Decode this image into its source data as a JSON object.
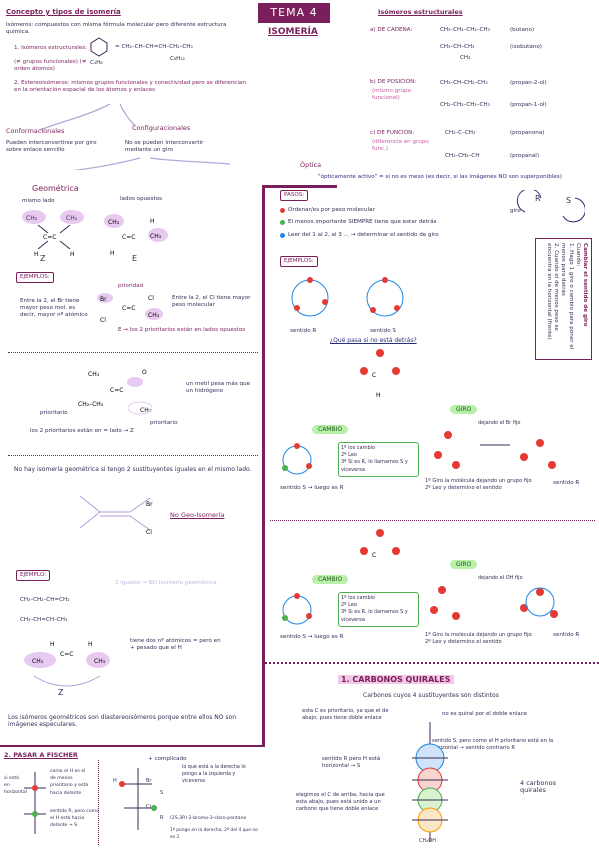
{
  "header": {
    "tema": "TEMA 4",
    "title": "ISOMERÍA"
  },
  "concepto": {
    "heading": "Concepto y tipos de isomería",
    "intro": "Isómeros: compuestos con misma fórmula molecular pero diferente estructura química.",
    "item1_label": "1. Isómeros estructurales:",
    "item1_sub": "(≠ grupos funcionales) (≠ orden átomos)",
    "molecule_label": "C₄H₈",
    "formula_eq": "= CH₂–CH–CH=CH–CH₂–CH₃",
    "formula_c": "C₆H₁₂",
    "item2": "2. Estereoisómeros: mismos grupos funcionales y conectividad pero se diferencian en la orientación espacial de los átomos y enlaces"
  },
  "conformacionales": {
    "title": "Conformacionales",
    "text": "Pueden interconvertirse por giro sobre enlace sencillo"
  },
  "configuracionales": {
    "title": "Configuracionales",
    "text": "No se pueden interconvertir mediante un giro"
  },
  "geometrica": {
    "title": "Geométrica",
    "mismo_lado": "mismo lado",
    "lados_opuestos": "lados opuestos",
    "letter_z": "Z",
    "letter_e": "E",
    "ejemplos": "EJEMPLOS:",
    "ej1_left": "Entre la 2, el Br tiene mayor peso mol. es decir, mayor nº atómico",
    "ej1_right": "Entre la 2, el Cl tiene mayor peso molecular",
    "ej1_prioridad": "prioridad",
    "ej1_e": "E → los 2 prioritarios están en lados opuestos",
    "ej2_metil": "un metil pesa más que un hidrógeno",
    "ej2_prioritario": "prioritario",
    "ej2_z": "los 2 prioritarios están en = lado → Z",
    "no_hay": "No hay isomería geométrica si tengo 2 sustituyentes iguales en el mismo lado.",
    "no_geo": "No Geo-Isomería",
    "ejemplo": "EJEMPLO:",
    "ghost": "2 iguales → NO isomería geométrica",
    "f1": "CH₃–CH₂–CH=CH₂",
    "f2": "CH₃–CH=CH–CH₃",
    "dobles": "tiene dos nº atómicos = pero en + pesado que el H",
    "z_final": "Z",
    "diaster": "Los isómeros geométricos son diastereoisómeros porque entre ellos NO son imágenes especulares."
  },
  "estructurales": {
    "title": "Isómeros estructurales",
    "a_label": "a) DE CADENA:",
    "a_f1": "CH₃–CH₂–CH₂–CH₃",
    "a_n1": "(butano)",
    "a_f2": "CH₃–CH–CH₃",
    "a_n2": "(isobutano)",
    "a_sub": "CH₃",
    "b_label": "b) DE POSICIÓN:",
    "b_sub": "(mismo grupo funcional)",
    "b_f1": "CH₃–CH–CH₂–CH₃",
    "b_n1": "(propan-2-ol)",
    "b_f2": "CH₂–CH₂–CH₂–CH₃",
    "b_n2": "(propan-1-ol)",
    "c_label": "c) DE FUNCIÓN:",
    "c_sub": "(diferencia en grupo func.)",
    "c_f1": "CH₃–C–CH₃",
    "c_n1": "(propanona)",
    "c_f2": "CH₃–CH₂–CH",
    "c_n2": "(propanal)",
    "optica": "Óptica",
    "optica_note": "\"ópticamente activo\" = si no es meso (es decir, si las imágenes NO son superponibles)"
  },
  "pasos": {
    "title": "PASOS:",
    "p1": "Ordenar/es por peso molecular",
    "p2": "El menos importante SIEMPRE tiene que estar detrás",
    "p3": "Leer del 1 al 2, al 3 ... → determinar el sentido de giro",
    "giro": "giro",
    "r": "R",
    "s": "S",
    "ejemplos": "EJEMPLOS:",
    "sentido_r": "sentido R",
    "sentido_s": "sentido S",
    "side_title": "Cambiar el sentido de giro",
    "side_sub": "Cuando:",
    "side_1": "1. Hago 1 giro o cambio para poner el menos para detrás",
    "side_2": "2. Cuando el de menos peso se encuentra en la horizontal (frente)"
  },
  "detras": {
    "question": "¿Qué pasa si no está detrás?",
    "cambio": "CAMBIO",
    "giro": "GIRO",
    "c_lines": [
      "1º los cambio",
      "2º Leo",
      "3º Si es R, lo llamamos S y viceversa"
    ],
    "c_result": "sentido S → luego es R",
    "g_note": "dejando el Br fijo",
    "g_lines": [
      "1º Giro la molécula dejando un grupo fijo",
      "2º Leo y determino el sentido"
    ],
    "g_result": "sentido R",
    "c2_result": "sentido S → luego es R",
    "g2_note": "dejando el OH fijo",
    "g2_result": "sentido R"
  },
  "carbonos": {
    "heading": "1. CARBONOS QUIRALES",
    "def": "Carbonos cuyos 4 sustituyentes son distintos",
    "note1": "esta C es prioritario, ya que el de abajo, pues tiene doble enlace",
    "note2": "no es quiral por el doble enlace",
    "note3": "sentido S, pero como el H prioritario está en la horizontal → sentido contrario R",
    "note4": "sentido R pero H está horizontal → S",
    "note5": "elegimos el C de arriba, hacia que esta abajo, pues está unido a un carbono que tiene doble enlace",
    "count": "4 carbonos quirales",
    "ch2oh": "CH₂OH"
  },
  "fischer": {
    "heading": "2. PASAR A FISCHER",
    "left_rot": "si está en horizontal",
    "left_note": "como el H es el de menos prioritario y está hacia delante",
    "sentido_r": "sentido R, pero como el H está hacia delante → S",
    "complicado": "+ complicado",
    "expl": "lo que está a la derecha lo pongo a la izquierda y viceversa",
    "mol_name": "(2S,3R)-2-bromo-3-cloro-pentano",
    "mol_note": "1º pongo en la derecha, 2º del 4 que no es 3",
    "h": "H",
    "br": "Br",
    "cl": "Cl",
    "s": "S",
    "r": "R"
  },
  "colors": {
    "purple": "#7a1f5c",
    "navy": "#2a2e7a",
    "green": "#4caf50",
    "red": "#e53935",
    "blue": "#1e88e5"
  }
}
